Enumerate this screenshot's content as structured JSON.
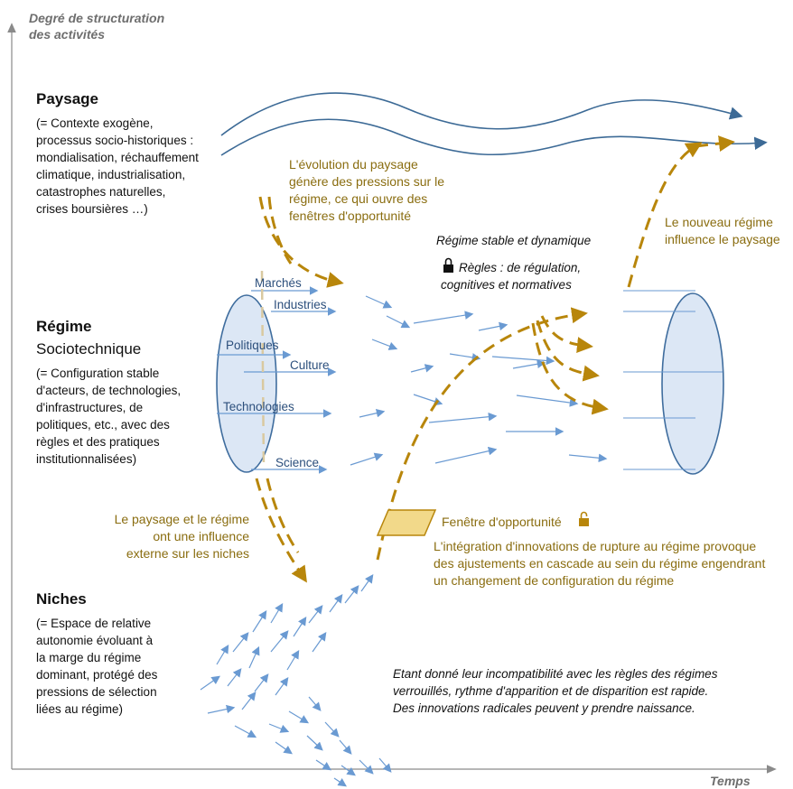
{
  "axes": {
    "y_label": "Degré de structuration\ndes activités",
    "x_label": "Temps"
  },
  "paysage": {
    "title": "Paysage",
    "desc": "(= Contexte exogène,\nprocessus socio-historiques :\nmondialisation, réchauffement\nclimatique, industrialisation,\ncatastrophes naturelles,\ncrises boursières …)"
  },
  "regime": {
    "title": "Régime",
    "subtitle": "Sociotechnique",
    "desc": "(= Configuration stable\nd'acteurs, de technologies,\nd'infrastructures, de\npolitiques, etc., avec des\nrègles et des pratiques\ninstitutionnalisées)"
  },
  "niches": {
    "title": "Niches",
    "desc": "(= Espace de relative\nautonomie évoluant à\nla marge du régime\ndominant, protégé des\npressions de sélection\nliées au régime)"
  },
  "regime_components": [
    "Marchés",
    "Industries",
    "Politiques",
    "Culture",
    "Technologies",
    "Science"
  ],
  "annotations": {
    "landscape_pressure": "L'évolution du paysage\ngénère des pressions sur le\nrégime, ce qui ouvre des\nfenêtres d'opportunité",
    "new_regime": "Le nouveau régime\ninfluence le paysage",
    "stable_regime": "Régime stable et dynamique",
    "rules": "Règles : de régulation,\ncognitives et normatives",
    "external_influence": "Le paysage et le régime\nont une influence\nexterne sur les niches",
    "window": "Fenêtre d'opportunité",
    "integration": "L'intégration d'innovations de rupture au régime provoque\ndes ajustements en cascade au sein du régime engendrant\nun changement de configuration du régime",
    "niche_note": "Etant donné leur incompatibilité avec les règles des régimes\nverrouillés, rythme d'apparition et de disparition est rapide.\nDes innovations radicales peuvent y prendre naissance."
  },
  "icons": {
    "lock_closed": "lock-icon",
    "lock_open": "unlock-icon"
  },
  "colors": {
    "gold": "#b8860b",
    "gold_text": "#8a6d10",
    "blue_arrow": "#6a9ad2",
    "wave": "#3c6a96",
    "ellipse_fill": "#dce7f5",
    "ellipse_stroke": "#3f6d9e",
    "window_fill": "#f2d98a",
    "axis_label": "#6e6e6e"
  }
}
